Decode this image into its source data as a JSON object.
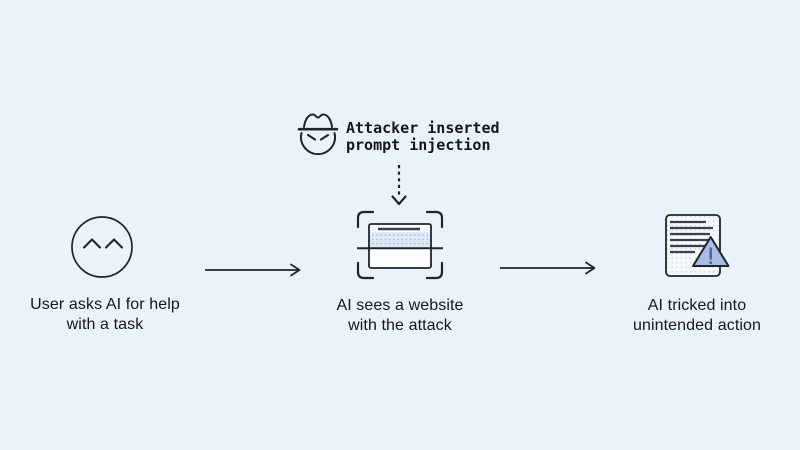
{
  "diagram_title": "prompt-injection-flow",
  "attacker": {
    "icon": "attacker-hat-face-icon",
    "label": [
      "Attacker inserted",
      "prompt injection"
    ]
  },
  "steps": [
    {
      "icon": "smiling-face-icon",
      "label": [
        "User asks AI for help",
        "with a task"
      ]
    },
    {
      "icon": "website-scan-icon",
      "label": [
        "AI sees a website",
        "with the attack"
      ]
    },
    {
      "icon": "document-warning-icon",
      "label": [
        "AI tricked into",
        "unintended action"
      ]
    }
  ],
  "connectors": {
    "injection_arrow": "dotted-down-arrow",
    "flow_arrows": [
      "arrow-step1-step2",
      "arrow-step2-step3"
    ]
  },
  "colors": {
    "background": "#eaf3fc",
    "ink": "#15171b",
    "icon_stroke": "#20242b",
    "stipple_dot": "#9fb4d0",
    "stipple_band_fill": "#dce9f7",
    "document_fill": "#f7fafd",
    "browser_bar_fill": "#fbfdff",
    "warning_triangle_fill": "#a9bce8",
    "warning_exclamation": "#5a6a96"
  }
}
